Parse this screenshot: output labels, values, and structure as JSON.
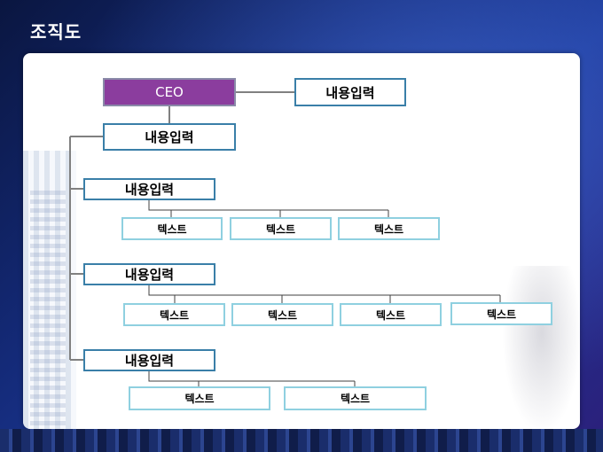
{
  "page_title": "조직도",
  "org": {
    "ceo": "CEO",
    "ceo_side": "내용입력",
    "top_box": "내용입력",
    "departments": [
      {
        "label": "내용입력",
        "children": [
          "텍스트",
          "텍스트",
          "텍스트"
        ]
      },
      {
        "label": "내용입력",
        "children": [
          "텍스트",
          "텍스트",
          "텍스트",
          "텍스트"
        ]
      },
      {
        "label": "내용입력",
        "children": [
          "텍스트",
          "텍스트"
        ]
      }
    ]
  },
  "colors": {
    "ceo_fill": "#8b3d9e",
    "box_border": "#3a7fa8",
    "child_border": "#8fd0e0",
    "connector": "#808080"
  }
}
